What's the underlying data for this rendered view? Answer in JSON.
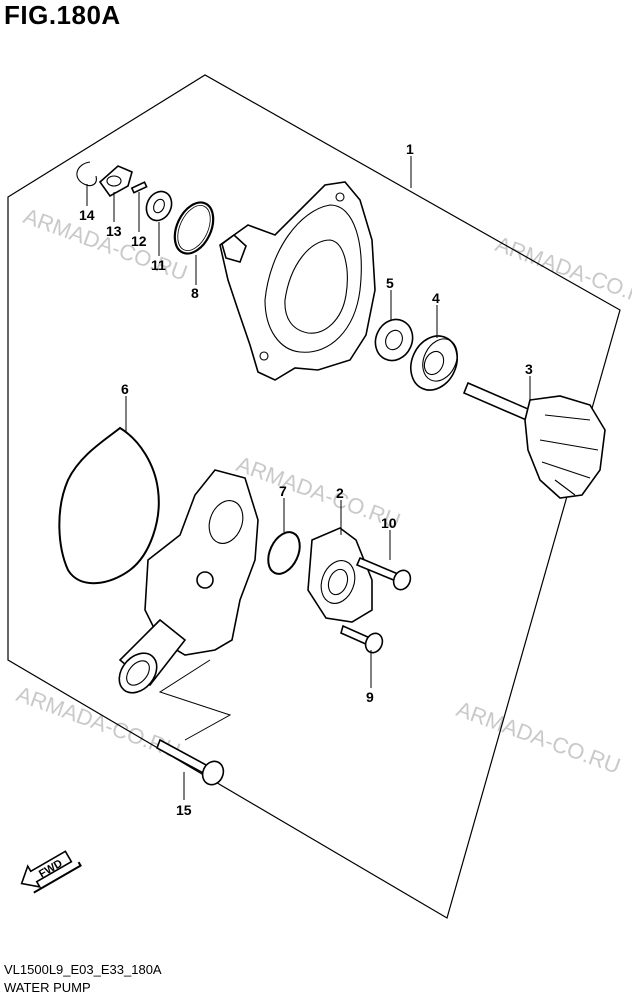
{
  "figure": {
    "title": "FIG.180A",
    "model_code": "VL1500L9_E03_E33_180A",
    "name": "WATER PUMP"
  },
  "watermark_text": "ARMADA-CO.RU",
  "fwd_label": "FWD",
  "callouts": {
    "c1": "1",
    "c2": "2",
    "c3": "3",
    "c4": "4",
    "c5": "5",
    "c6": "6",
    "c7": "7",
    "c8": "8",
    "c9": "9",
    "c10": "10",
    "c11": "11",
    "c12": "12",
    "c13": "13",
    "c14": "14",
    "c15": "15"
  }
}
